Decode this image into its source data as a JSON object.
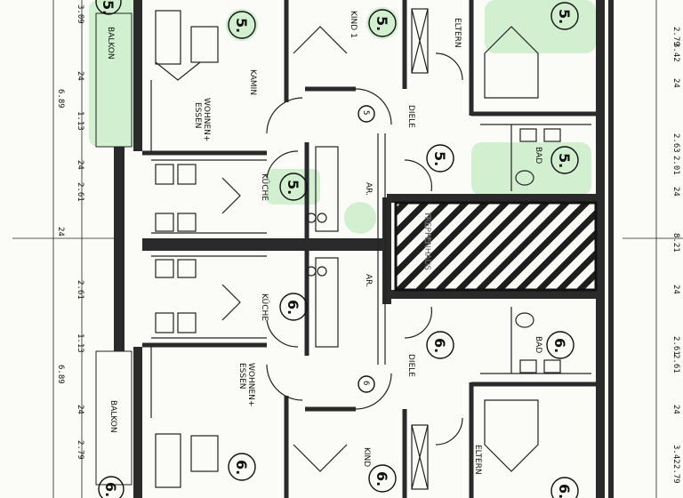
{
  "colors": {
    "ink": "#222222",
    "wall": "#2a2a2a",
    "highlight": "#9fe39f",
    "paper": "#fbfbf8"
  },
  "rooms_top": {
    "balkon": "BALKON",
    "wohnen": "WOHNEN+",
    "essen": "ESSEN",
    "kamin": "KAMIN",
    "kueche": "KÜCHE",
    "ar": "AR.",
    "diele": "DIELE",
    "kind": "KIND 1",
    "eltern": "ELTERN",
    "bad": "BAD"
  },
  "rooms_bottom": {
    "balkon": "BALKON",
    "wohnen": "WOHNEN+",
    "essen": "ESSEN",
    "kueche": "KÜCHE",
    "ar": "AR.",
    "diele": "DIELE",
    "kind": "KIND",
    "eltern": "ELTERN",
    "bad": "BAD"
  },
  "stair_label": "TREPPENHAUS",
  "unit_marks": {
    "top": [
      "5.",
      "5.",
      "5.",
      "5.",
      "5.",
      "5.",
      "5",
      "5."
    ],
    "bottom": [
      "6.",
      "6.",
      "6.",
      "6.",
      "6.",
      "6.",
      "6",
      "6."
    ]
  },
  "dims_left": [
    "3.09",
    "24",
    "6.89",
    "1.13",
    "24",
    "2.61",
    "24",
    "2.61",
    "1.13",
    "6.89",
    "24",
    "2.79"
  ],
  "dims_right": [
    "2.79",
    "3.42",
    "24",
    "2.63",
    "2.01",
    "24",
    "8.21",
    "24",
    "2.61",
    "2.61",
    "24",
    "3.42",
    "2.79"
  ]
}
